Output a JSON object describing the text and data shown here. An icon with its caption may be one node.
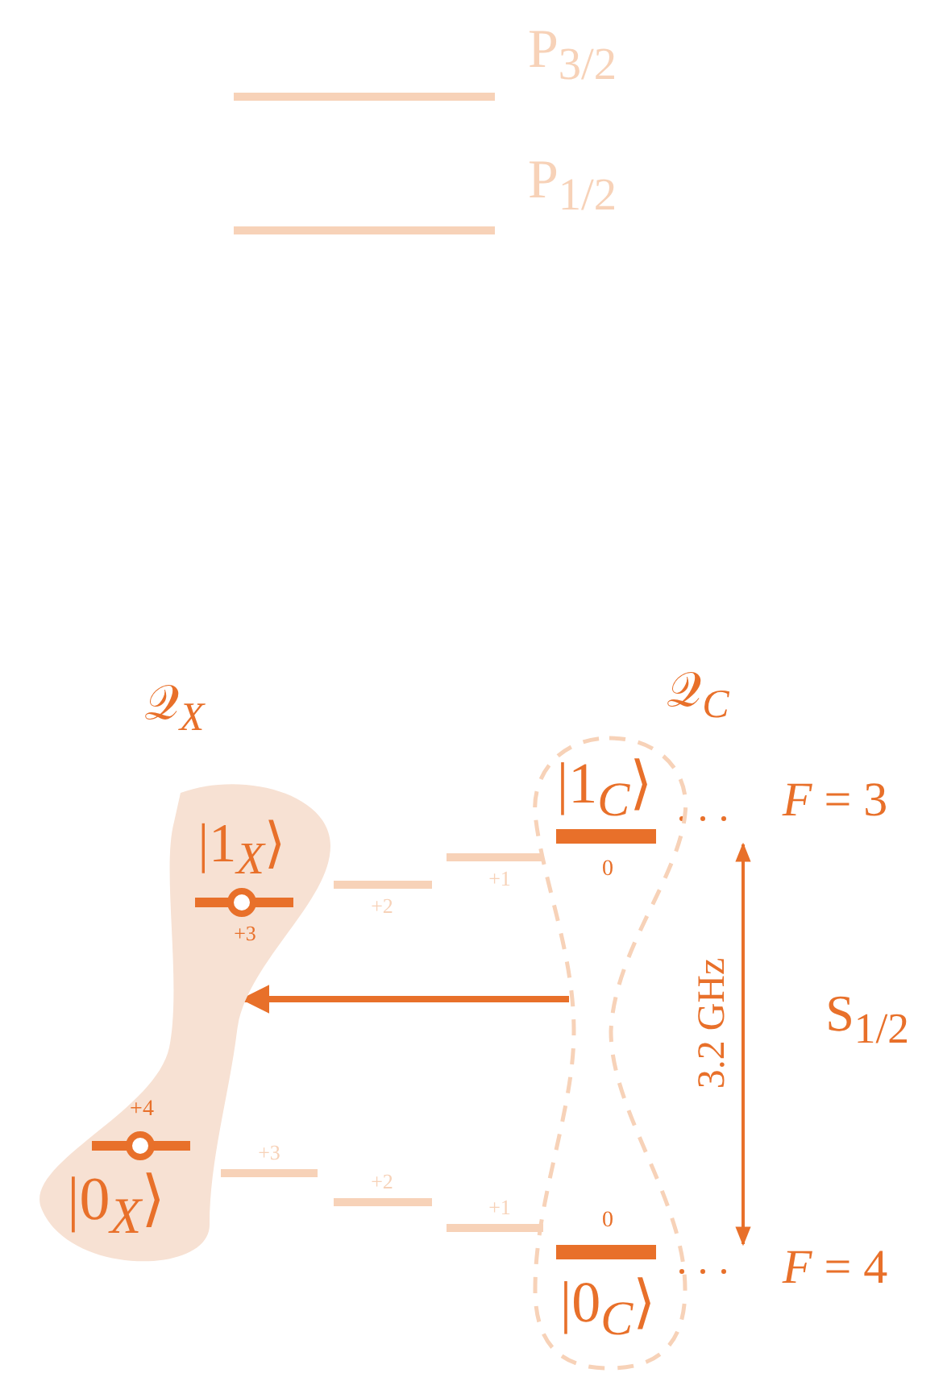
{
  "diagram": {
    "nodes": [
      {
        "text": [
          "𝒬$_{X}$",
          "|1$_{X}$⟩",
          "+3",
          "+4",
          "|0$_{X}$⟩"
        ]
      },
      {
        "text": [
          "𝒬$_{C}$",
          "|1$_{C}$⟩",
          "0",
          "0",
          "|0$_{C}$⟩"
        ]
      }
    ],
    "edges": [
      {
        "from": 1,
        "to": 0,
        "arrow": "to"
      }
    ],
    "labels": [
      "P$_{3/2}$",
      "P$_{1/2}$",
      "+1",
      "+2",
      "*F* = 3",
      "3.2 GHz",
      "S$_{1/2}$",
      "+3",
      "+2",
      "+1",
      "*F* = 4"
    ]
  }
}
